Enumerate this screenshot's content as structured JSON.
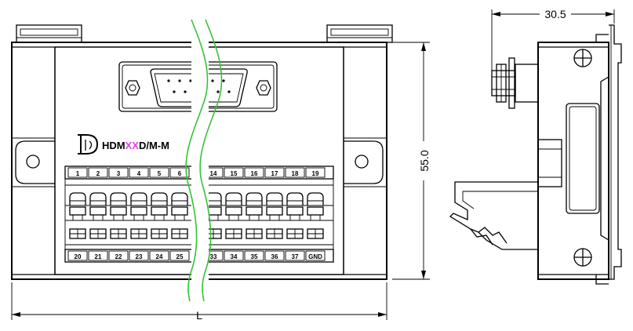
{
  "model": {
    "prefix": "HDM",
    "variable": "XX",
    "suffix": "D/M-M",
    "variable_color": "#e040e0"
  },
  "dimensions": {
    "width": "L",
    "height": "55.0",
    "depth": "30.5"
  },
  "terminals": {
    "top_left": [
      "1",
      "2",
      "3",
      "4",
      "5",
      "6"
    ],
    "top_right": [
      "14",
      "15",
      "16",
      "17",
      "18",
      "19"
    ],
    "bottom_left": [
      "20",
      "21",
      "22",
      "23",
      "24",
      "25"
    ],
    "bottom_right": [
      "33",
      "34",
      "35",
      "36",
      "37",
      "GND"
    ]
  },
  "colors": {
    "line": "#000000",
    "break_lines": "#35c235"
  }
}
